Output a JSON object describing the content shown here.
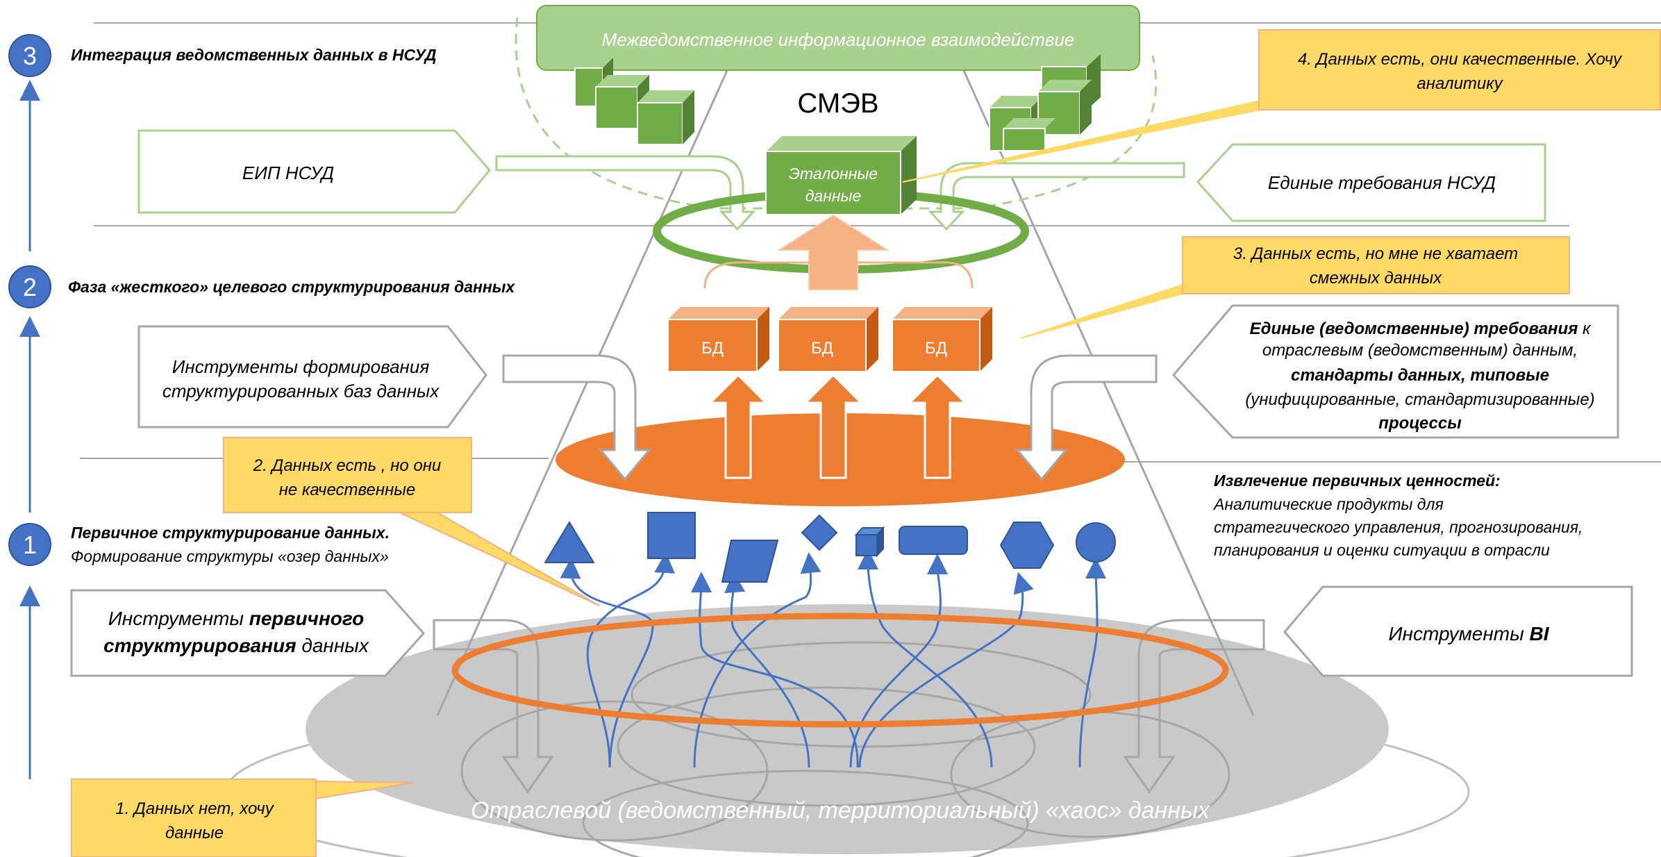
{
  "phases": [
    {
      "number": "3",
      "title": "Интеграция ведомственных данных в НСУД"
    },
    {
      "number": "2",
      "title": "Фаза «жесткого» целевого структурирования данных"
    },
    {
      "number": "1",
      "title": "Первичное структурирование данных.",
      "subtitle": "Формирование структуры «озер данных»"
    }
  ],
  "smev": {
    "banner": "Межведомственное информационное взаимодействие",
    "label": "СМЭВ"
  },
  "reference_cube": {
    "line1": "Эталонные",
    "line2": "данные"
  },
  "db_labels": [
    "БД",
    "БД",
    "БД"
  ],
  "left_arrows": {
    "eip": "ЕИП НСУД",
    "structured_line1": "Инструменты формирования",
    "structured_line2": "структурированных баз данных",
    "primary_line1_pre": "Инструменты ",
    "primary_line1_bold": "первичного",
    "primary_line2_bold": "структурирования",
    "primary_line2_post": " данных"
  },
  "right_arrows": {
    "unified_req": "Единые требования НСУД",
    "standards": {
      "l1_bold": "Единые (ведомственные) требования",
      "l1_post": " к",
      "l2": "отраслевым (ведомственным) данным,",
      "l3_bold": "стандарты данных, типовые",
      "l4": "(унифицированные, стандартизированные)",
      "l5_bold": "процессы"
    },
    "bi_pre": "Инструменты ",
    "bi_bold": "BI"
  },
  "extraction": {
    "title": "Извлечение первичных ценностей:",
    "lines": [
      "Аналитические продукты для",
      "стратегического управления, прогнозирования,",
      "планирования и оценки ситуации в отрасли"
    ]
  },
  "callouts": {
    "c4": {
      "line1": "4. Данных есть, они качественные. Хочу",
      "line2": "аналитику"
    },
    "c3": {
      "line1": "3. Данных есть, но мне не хватает",
      "line2": "смежных данных"
    },
    "c2": {
      "line1": "2. Данных есть , но они",
      "line2": "не качественные"
    },
    "c1": {
      "line1": "1. Данных нет, хочу",
      "line2": "данные"
    }
  },
  "chaos_label": "Отраслевой (ведомственный, территориальный) «хаос» данных",
  "colors": {
    "blue": "#4472c4",
    "orange": "#ed7d31",
    "green": "#70ad47",
    "callout_fill": "#ffd966",
    "callout_border": "#f4b183",
    "gray": "#bfbfbf"
  }
}
